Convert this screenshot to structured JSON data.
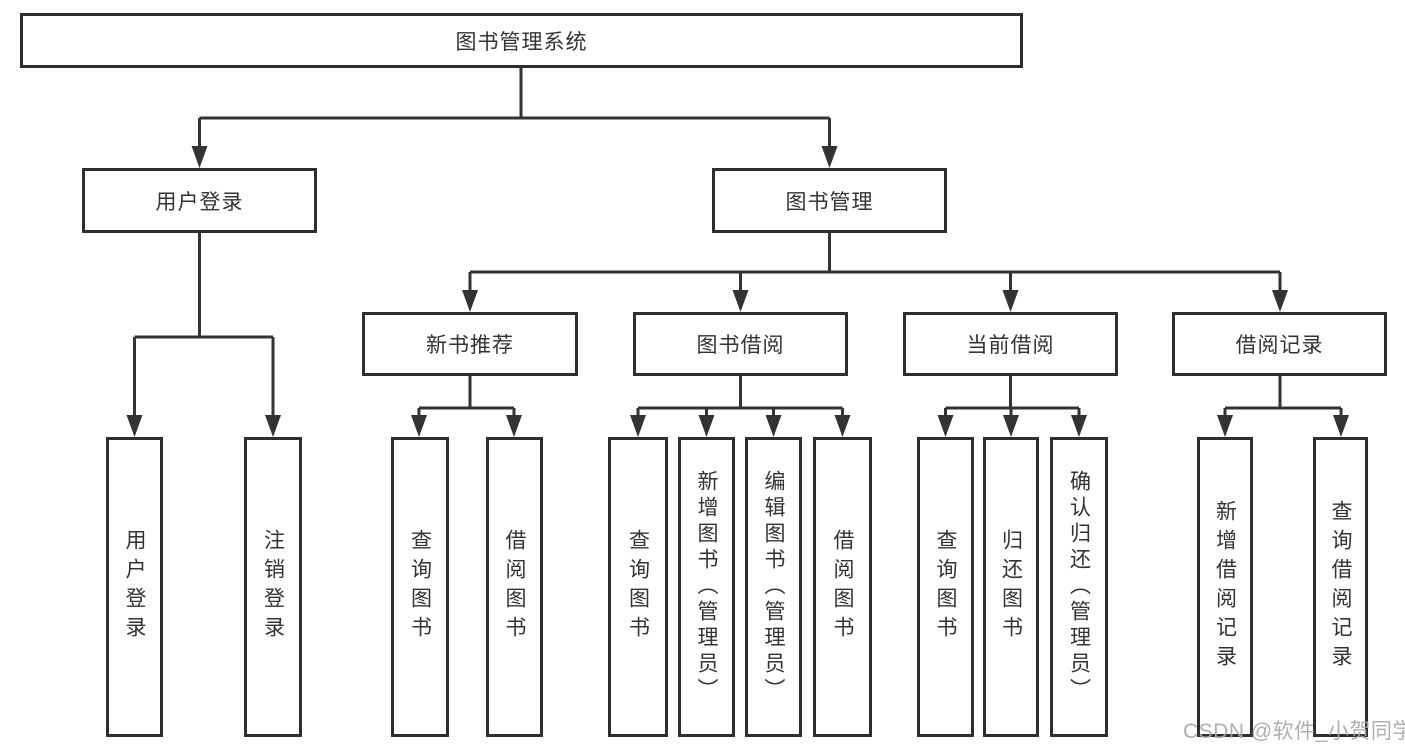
{
  "diagram": {
    "root": {
      "label": "图书管理系统"
    },
    "login_branch": {
      "label": "用户登录",
      "children": [
        {
          "label": "用户登录"
        },
        {
          "label": "注销登录"
        }
      ]
    },
    "management_branch": {
      "label": "图书管理",
      "sections": [
        {
          "label": "新书推荐",
          "children": [
            {
              "label": "查询图书"
            },
            {
              "label": "借阅图书"
            }
          ]
        },
        {
          "label": "图书借阅",
          "children": [
            {
              "label": "查询图书"
            },
            {
              "label": "新增图书（管理员）"
            },
            {
              "label": "编辑图书（管理员）"
            },
            {
              "label": "借阅图书"
            }
          ]
        },
        {
          "label": "当前借阅",
          "children": [
            {
              "label": "查询图书"
            },
            {
              "label": "归还图书"
            },
            {
              "label": "确认归还（管理员）"
            }
          ]
        },
        {
          "label": "借阅记录",
          "children": [
            {
              "label": "新增借阅记录"
            },
            {
              "label": "查询借阅记录"
            }
          ]
        }
      ]
    }
  },
  "watermark": {
    "text": "CSDN @软件_小贺同学"
  },
  "colors": {
    "line": "#333333",
    "box_border": "#2e2e2e",
    "box_fill": "#ffffff",
    "text": "#333333",
    "watermark": "#a8a8a8",
    "background": "#ffffff"
  }
}
